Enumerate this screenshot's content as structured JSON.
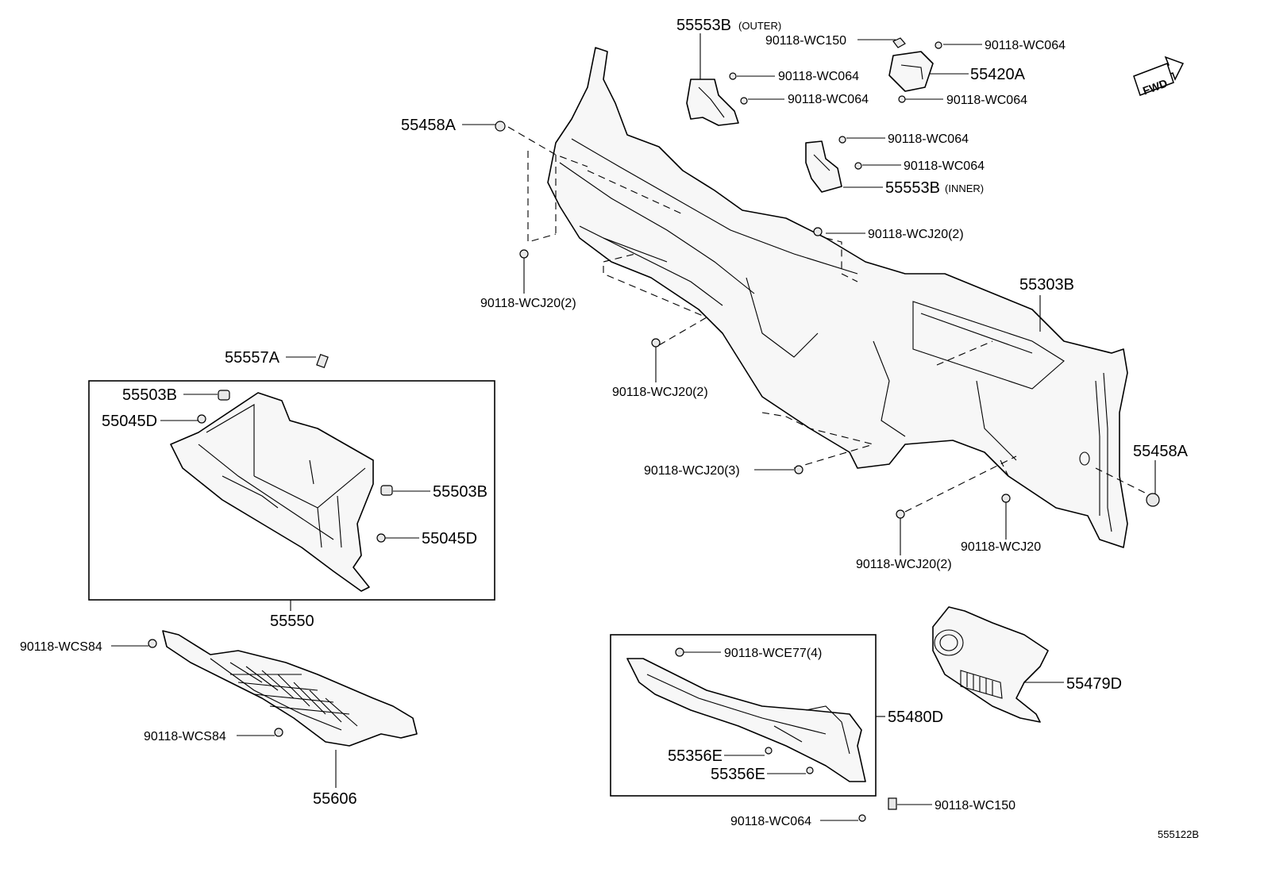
{
  "diagram": {
    "figure_code": "555122B",
    "fwd_label": "FWD",
    "callouts": [
      {
        "id": "c1",
        "text": "55553B"
      },
      {
        "id": "c1s",
        "text": "(OUTER)"
      },
      {
        "id": "c2",
        "text": "90118-WC150"
      },
      {
        "id": "c3",
        "text": "90118-WC064"
      },
      {
        "id": "c4",
        "text": "55420A"
      },
      {
        "id": "c5",
        "text": "90118-WC064"
      },
      {
        "id": "c6",
        "text": "90118-WC064"
      },
      {
        "id": "c7",
        "text": "90118-WC064"
      },
      {
        "id": "c8",
        "text": "55458A"
      },
      {
        "id": "c9",
        "text": "90118-WC064"
      },
      {
        "id": "c10",
        "text": "90118-WC064"
      },
      {
        "id": "c11",
        "text": "55553B"
      },
      {
        "id": "c11s",
        "text": "(INNER)"
      },
      {
        "id": "c12",
        "text": "90118-WCJ20(2)"
      },
      {
        "id": "c13",
        "text": "90118-WCJ20(2)"
      },
      {
        "id": "c14",
        "text": "55303B"
      },
      {
        "id": "c15",
        "text": "55557A"
      },
      {
        "id": "c16",
        "text": "90118-WCJ20(2)"
      },
      {
        "id": "c17",
        "text": "55503B"
      },
      {
        "id": "c18",
        "text": "55045D"
      },
      {
        "id": "c19",
        "text": "55503B"
      },
      {
        "id": "c20",
        "text": "55045D"
      },
      {
        "id": "c21",
        "text": "90118-WCJ20(3)"
      },
      {
        "id": "c22",
        "text": "55458A"
      },
      {
        "id": "c23",
        "text": "90118-WCJ20"
      },
      {
        "id": "c24",
        "text": "90118-WCJ20(2)"
      },
      {
        "id": "c25",
        "text": "55550"
      },
      {
        "id": "c26",
        "text": "90118-WCS84"
      },
      {
        "id": "c27",
        "text": "90118-WCE77(4)"
      },
      {
        "id": "c28",
        "text": "55479D"
      },
      {
        "id": "c29",
        "text": "55480D"
      },
      {
        "id": "c30",
        "text": "90118-WCS84"
      },
      {
        "id": "c31",
        "text": "55356E"
      },
      {
        "id": "c32",
        "text": "55356E"
      },
      {
        "id": "c33",
        "text": "55606"
      },
      {
        "id": "c34",
        "text": "90118-WC150"
      },
      {
        "id": "c35",
        "text": "90118-WC064"
      }
    ]
  }
}
